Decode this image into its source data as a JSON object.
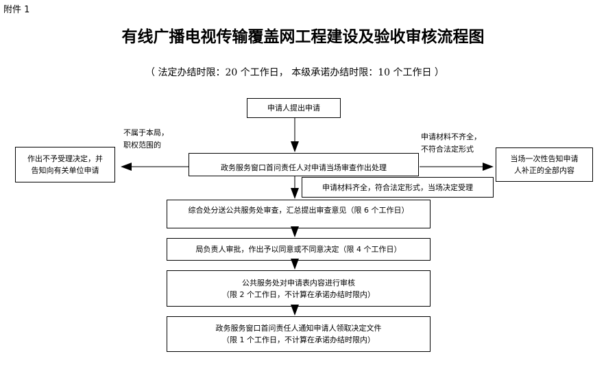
{
  "attachment": "附件 1",
  "title": "有线广播电视传输覆盖网工程建设及验收审核流程图",
  "subtitle": "（ 法定办结时限：20 个工作日， 本级承诺办结时限：10 个工作日 ）",
  "steps": {
    "apply": "申请人提出申请",
    "review": "政务服务窗口首问责任人对申请当场审查作出处理",
    "reject_line1": "作出不予受理决定，并",
    "reject_line2": "告知向有关单位申请",
    "reject_cond_line1": "不属于本局，",
    "reject_cond_line2": "职权范围的",
    "correct_line1": "当场一次性告知申请",
    "correct_line2": "人补正的全部内容",
    "correct_cond_line1": "申请材料不齐全，",
    "correct_cond_line2": "不符合法定形式",
    "accept": "申请材料齐全，符合法定形式，当场决定受理",
    "step3": "综合处分送公共服务处审查，汇总提出审查意见（限 6 个工作日）",
    "step4": "局负责人审批，作出予以同意或不同意决定（限 4 个工作日）",
    "step5_line1": "公共服务处对申请表内容进行审核",
    "step5_line2": "（限 2 个工作日，不计算在承诺办结时限内）",
    "step6_line1": "政务服务窗口首问责任人通知申请人领取决定文件",
    "step6_line2": "（限 1 个工作日，不计算在承诺办结时限内）"
  }
}
